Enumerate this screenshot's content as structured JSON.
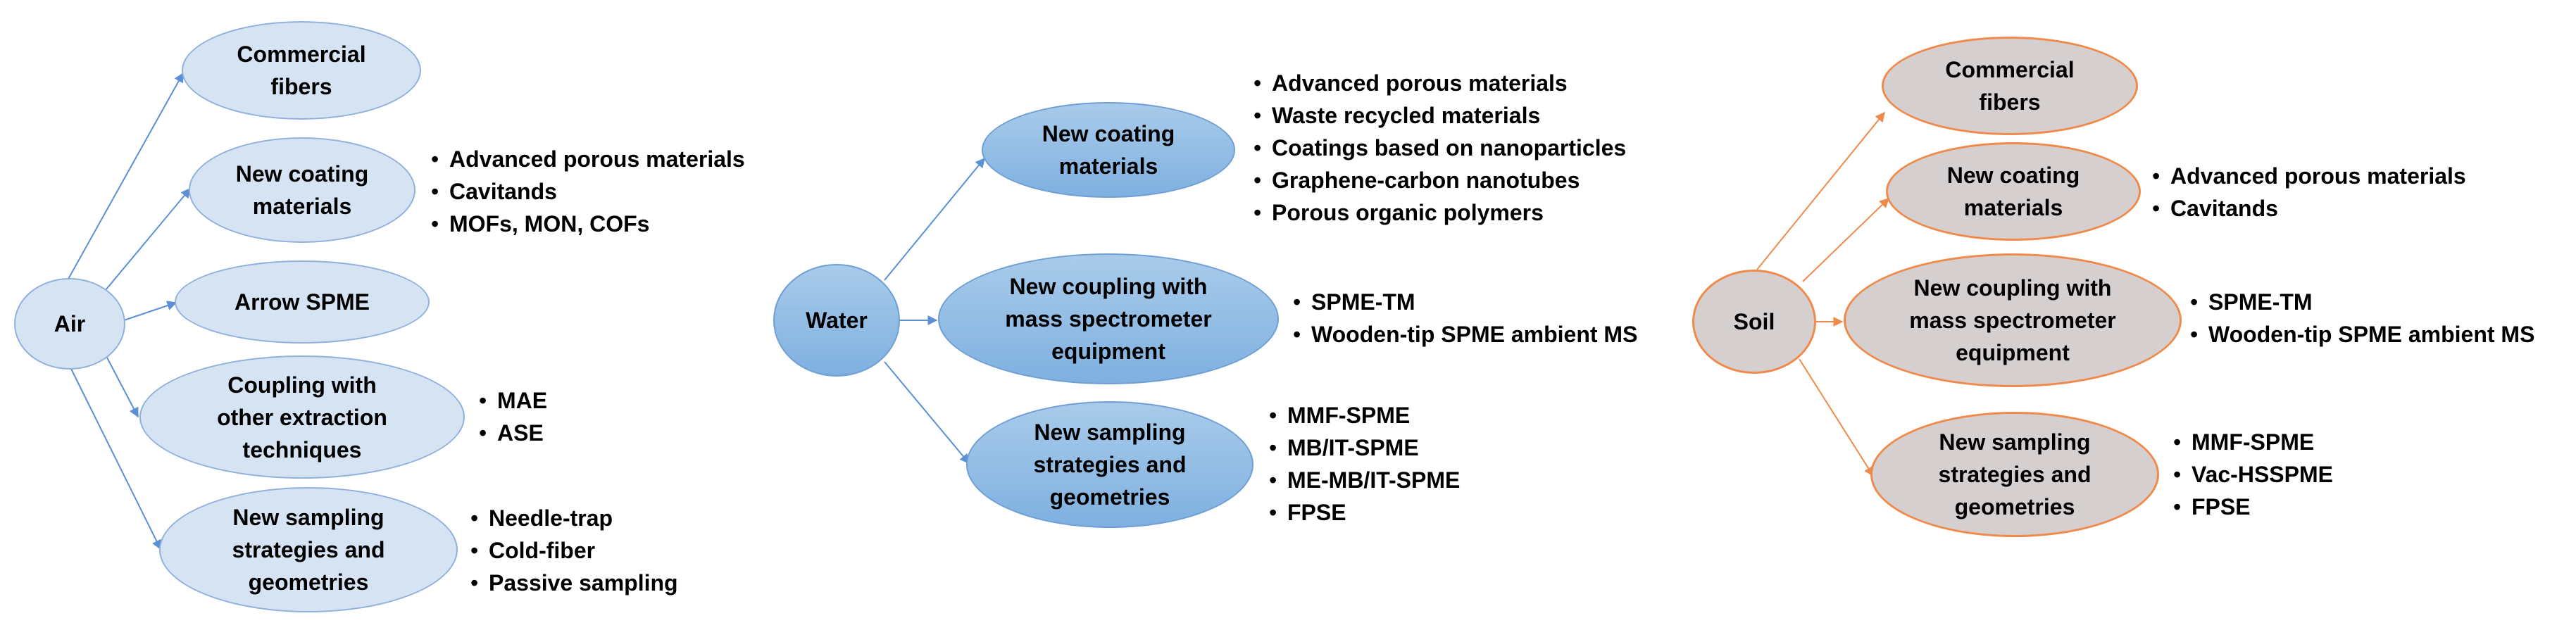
{
  "panels": {
    "air": {
      "root": "Air",
      "edge_color": "#5b8fd6",
      "nodes": [
        {
          "label": "Commercial\nfibers",
          "bullets": []
        },
        {
          "label": "New coating\nmaterials",
          "bullets": [
            "Advanced porous materials",
            "Cavitands",
            "MOFs, MON, COFs"
          ]
        },
        {
          "label": "Arrow SPME",
          "bullets": []
        },
        {
          "label": "Coupling with\nother extraction\ntechniques",
          "bullets": [
            "MAE",
            "ASE"
          ]
        },
        {
          "label": "New sampling\nstrategies and\ngeometries",
          "bullets": [
            "Needle-trap",
            "Cold-fiber",
            "Passive sampling"
          ]
        }
      ]
    },
    "water": {
      "root": "Water",
      "edge_color": "#5b8fd6",
      "nodes": [
        {
          "label": "New coating\nmaterials",
          "bullets": [
            "Advanced porous materials",
            "Waste recycled materials",
            "Coatings based on nanoparticles",
            "Graphene-carbon nanotubes",
            "Porous organic polymers"
          ]
        },
        {
          "label": "New coupling with\nmass spectrometer\nequipment",
          "bullets": [
            "SPME-TM",
            "Wooden-tip SPME ambient MS"
          ]
        },
        {
          "label": "New sampling\nstrategies and\ngeometries",
          "bullets": [
            "MMF-SPME",
            "MB/IT-SPME",
            "ME-MB/IT-SPME",
            "FPSE"
          ]
        }
      ]
    },
    "soil": {
      "root": "Soil",
      "edge_color": "#f08a4b",
      "nodes": [
        {
          "label": "Commercial\nfibers",
          "bullets": []
        },
        {
          "label": "New coating\nmaterials",
          "bullets": [
            "Advanced porous materials",
            "Cavitands"
          ]
        },
        {
          "label": "New coupling with\nmass spectrometer\nequipment",
          "bullets": [
            "SPME-TM",
            "Wooden-tip SPME ambient MS"
          ]
        },
        {
          "label": "New sampling\nstrategies and\ngeometries",
          "bullets": [
            "MMF-SPME",
            "Vac-HSSPME",
            "FPSE"
          ]
        }
      ]
    }
  }
}
